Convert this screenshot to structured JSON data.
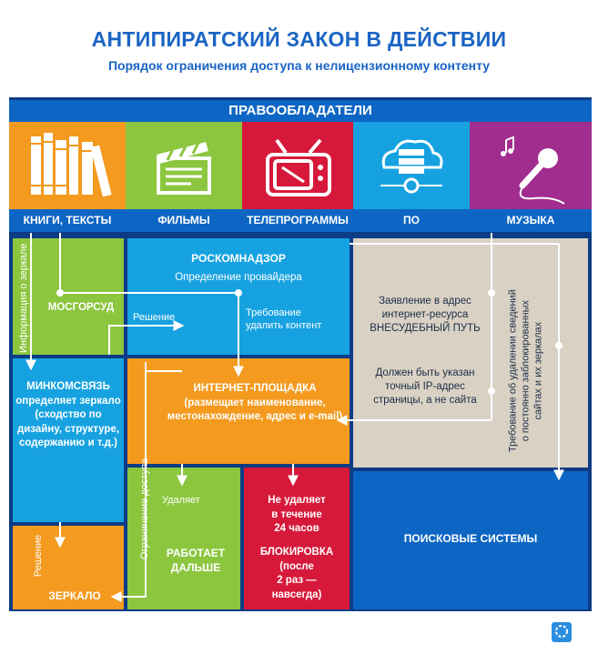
{
  "title": "АНТИПИРАТСКИЙ ЗАКОН В ДЕЙСТВИИ",
  "subtitle": "Порядок ограничения доступа к нелицензионному контенту",
  "rights_holders": "ПРАВООБЛАДАТЕЛИ",
  "categories": [
    {
      "label": "КНИГИ, ТЕКСТЫ",
      "icon": "books-icon",
      "color": "#f39a1f"
    },
    {
      "label": "ФИЛЬМЫ",
      "icon": "clapperboard-icon",
      "color": "#8cc63f"
    },
    {
      "label": "ТЕЛЕПРОГРАММЫ",
      "icon": "tv-icon",
      "color": "#d6193a"
    },
    {
      "label": "ПО",
      "icon": "cloud-server-icon",
      "color": "#16a2e0"
    },
    {
      "label": "МУЗЫКА",
      "icon": "microphone-icon",
      "color": "#a12d8e"
    }
  ],
  "mosgorsud": "МОСГОРСУД",
  "info_mirror": "Информация о зеркале",
  "roskomnadzor": {
    "title": "РОСКОМНАДЗОР",
    "subtitle": "Определение провайдера"
  },
  "decision_1": "Решение",
  "demand": [
    "Требование",
    "удалить контент"
  ],
  "extrajudicial": [
    "Заявление в адрес",
    "интернет-ресурса",
    "ВНЕСУДЕБНЫЙ ПУТЬ"
  ],
  "ip_note": [
    "Должен быть указан",
    "точный IP-адрес",
    "страницы, а не сайта"
  ],
  "permanent_block": [
    "Требование об удалении сведений",
    "о постоянно заблокированных",
    "сайтах и их зеркалах"
  ],
  "minkomsvyaz": [
    "МИНКОМСВЯЗЬ",
    "определяет зеркало",
    "(сходство по",
    "дизайну, структуре,",
    "содержанию и т.д.)"
  ],
  "platform": [
    "ИНТЕРНЕТ-ПЛОЩАДКА",
    "(размещает наименование,",
    "местонахождение, адрес и e-mail)"
  ],
  "access_restriction": "Ограничение доступа",
  "deletes": "Удаляет",
  "works_on": [
    "РАБОТАЕТ",
    "ДАЛЬШЕ"
  ],
  "not_delete": [
    "Не удаляет",
    "в течение",
    "24 часов"
  ],
  "blocking": [
    "БЛОКИРОВКА",
    "(после",
    "2 раз —",
    "навсегда)"
  ],
  "search_engines": "ПОИСКОВЫЕ СИСТЕМЫ",
  "decision_2": "Решение",
  "mirror": "ЗЕРКАЛО",
  "colors": {
    "navy": "#0c3c86",
    "blue": "#0e66c4",
    "orange": "#f39a1f",
    "green": "#8cc63f",
    "red": "#d6193a",
    "cyan": "#16a2e0",
    "purple": "#a12d8e",
    "beige": "#d9d1c3"
  }
}
